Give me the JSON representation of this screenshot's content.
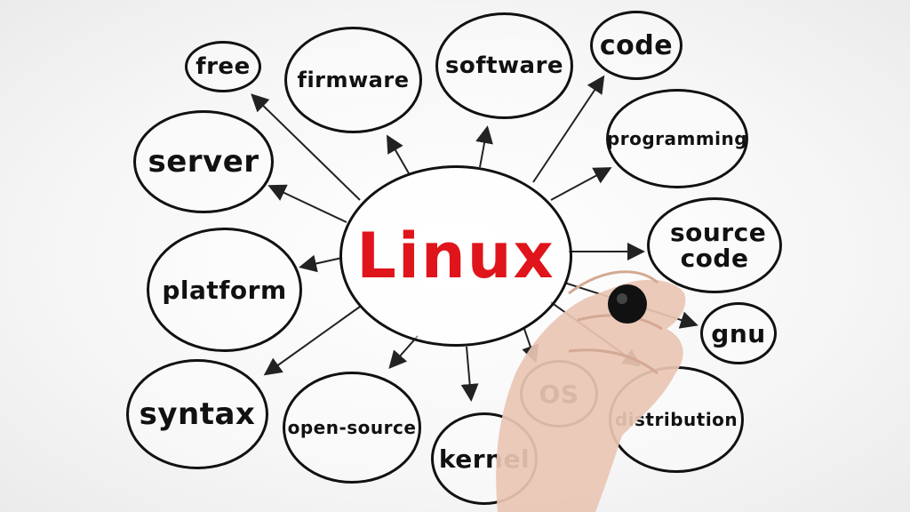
{
  "center": {
    "label": "Linux",
    "color": "#e0141b"
  },
  "nodes": [
    {
      "id": "free",
      "label": "free"
    },
    {
      "id": "firmware",
      "label": "firmware"
    },
    {
      "id": "software",
      "label": "software"
    },
    {
      "id": "code",
      "label": "code"
    },
    {
      "id": "server",
      "label": "server"
    },
    {
      "id": "programming",
      "label": "programming"
    },
    {
      "id": "source-code",
      "label": "source code"
    },
    {
      "id": "platform",
      "label": "platform"
    },
    {
      "id": "gnu",
      "label": "gnu"
    },
    {
      "id": "syntax",
      "label": "syntax"
    },
    {
      "id": "open-source",
      "label": "open-source"
    },
    {
      "id": "kernel",
      "label": "kernel"
    },
    {
      "id": "os",
      "label": "OS"
    },
    {
      "id": "distribution",
      "label": "distribution"
    }
  ]
}
